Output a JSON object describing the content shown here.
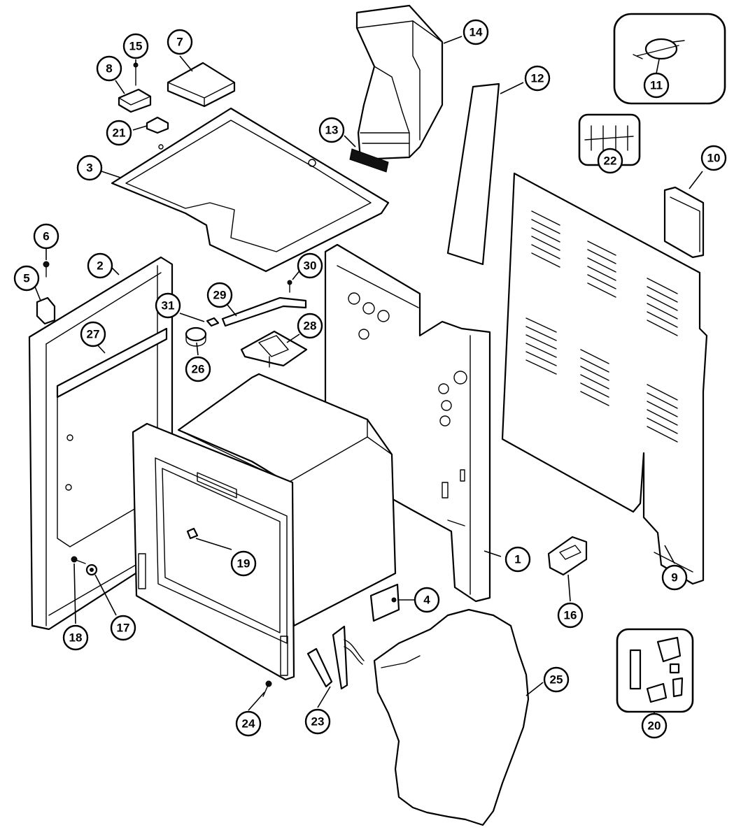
{
  "callouts": [
    {
      "id": "1",
      "label": "1"
    },
    {
      "id": "2",
      "label": "2"
    },
    {
      "id": "3",
      "label": "3"
    },
    {
      "id": "4",
      "label": "4"
    },
    {
      "id": "5",
      "label": "5"
    },
    {
      "id": "6",
      "label": "6"
    },
    {
      "id": "7",
      "label": "7"
    },
    {
      "id": "8",
      "label": "8"
    },
    {
      "id": "9",
      "label": "9"
    },
    {
      "id": "10",
      "label": "10"
    },
    {
      "id": "11",
      "label": "11"
    },
    {
      "id": "12",
      "label": "12"
    },
    {
      "id": "13",
      "label": "13"
    },
    {
      "id": "14",
      "label": "14"
    },
    {
      "id": "15",
      "label": "15"
    },
    {
      "id": "16",
      "label": "16"
    },
    {
      "id": "17",
      "label": "17"
    },
    {
      "id": "18",
      "label": "18"
    },
    {
      "id": "19",
      "label": "19"
    },
    {
      "id": "20",
      "label": "20"
    },
    {
      "id": "21",
      "label": "21"
    },
    {
      "id": "22",
      "label": "22"
    },
    {
      "id": "23",
      "label": "23"
    },
    {
      "id": "24",
      "label": "24"
    },
    {
      "id": "25",
      "label": "25"
    },
    {
      "id": "26",
      "label": "26"
    },
    {
      "id": "27",
      "label": "27"
    },
    {
      "id": "28",
      "label": "28"
    },
    {
      "id": "29",
      "label": "29"
    },
    {
      "id": "30",
      "label": "30"
    },
    {
      "id": "31",
      "label": "31"
    }
  ],
  "colors": {
    "line": "#000000",
    "background": "#ffffff"
  }
}
